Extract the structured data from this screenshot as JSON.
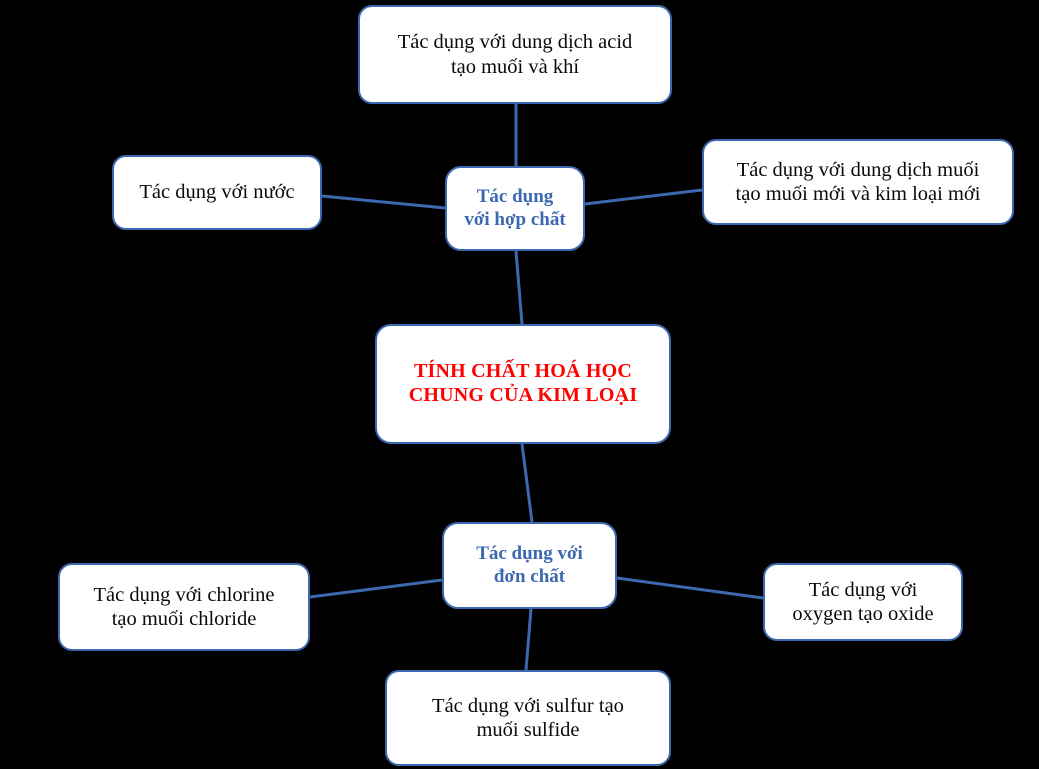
{
  "diagram": {
    "title": "TÍNH CHẤT HOÁ HỌC CHUNG CỦA KIM LOẠI",
    "background_color": "#000000",
    "node_fill_color": "#FFFFFF",
    "node_border_color": "#3C68B0",
    "connector_color": "#3C68B0",
    "center_text_color": "#FF0000",
    "hub_text_color": "#3C68B0",
    "leaf_text_color": "#000000",
    "center": {
      "line1": "TÍNH CHẤT HOÁ HỌC",
      "line2": "CHUNG CỦA KIM LOẠI",
      "text": "TÍNH CHẤT HOÁ HỌC\nCHUNG CỦA KIM LOẠI"
    },
    "hubs": [
      {
        "id": "hop-chat",
        "line1": "Tác dụng",
        "line2": "với hợp chất",
        "text": "Tác dụng\nvới hợp chất"
      },
      {
        "id": "don-chat",
        "line1": "Tác dụng với",
        "line2": "đơn chất",
        "text": "Tác dụng với\nđơn chất"
      }
    ],
    "leaves": [
      {
        "id": "acid",
        "parent": "hop-chat",
        "line1": "Tác dụng với dung dịch acid",
        "line2": "tạo muối và khí",
        "text": "Tác dụng với dung dịch acid\ntạo muối và khí"
      },
      {
        "id": "nuoc",
        "parent": "hop-chat",
        "line1": "Tác dụng với nước",
        "line2": "",
        "text": "Tác dụng với nước"
      },
      {
        "id": "dung-dich-muoi",
        "parent": "hop-chat",
        "line1": "Tác dụng với dung dịch muối",
        "line2": "tạo muối mới và kim loại mới",
        "text": "Tác dụng với dung dịch muối\ntạo muối mới và kim loại mới"
      },
      {
        "id": "chlorine",
        "parent": "don-chat",
        "line1": "Tác dụng với chlorine",
        "line2": "tạo muối chloride",
        "text": "Tác dụng với chlorine\ntạo muối chloride"
      },
      {
        "id": "oxygen",
        "parent": "don-chat",
        "line1": "Tác dụng với",
        "line2": "oxygen tạo oxide",
        "text": "Tác dụng với\noxygen tạo oxide"
      },
      {
        "id": "sulfur",
        "parent": "don-chat",
        "line1": "Tác dụng với sulfur tạo",
        "line2": "muối sulfide",
        "text": "Tác dụng với sulfur tạo\nmuối sulfide"
      }
    ]
  }
}
